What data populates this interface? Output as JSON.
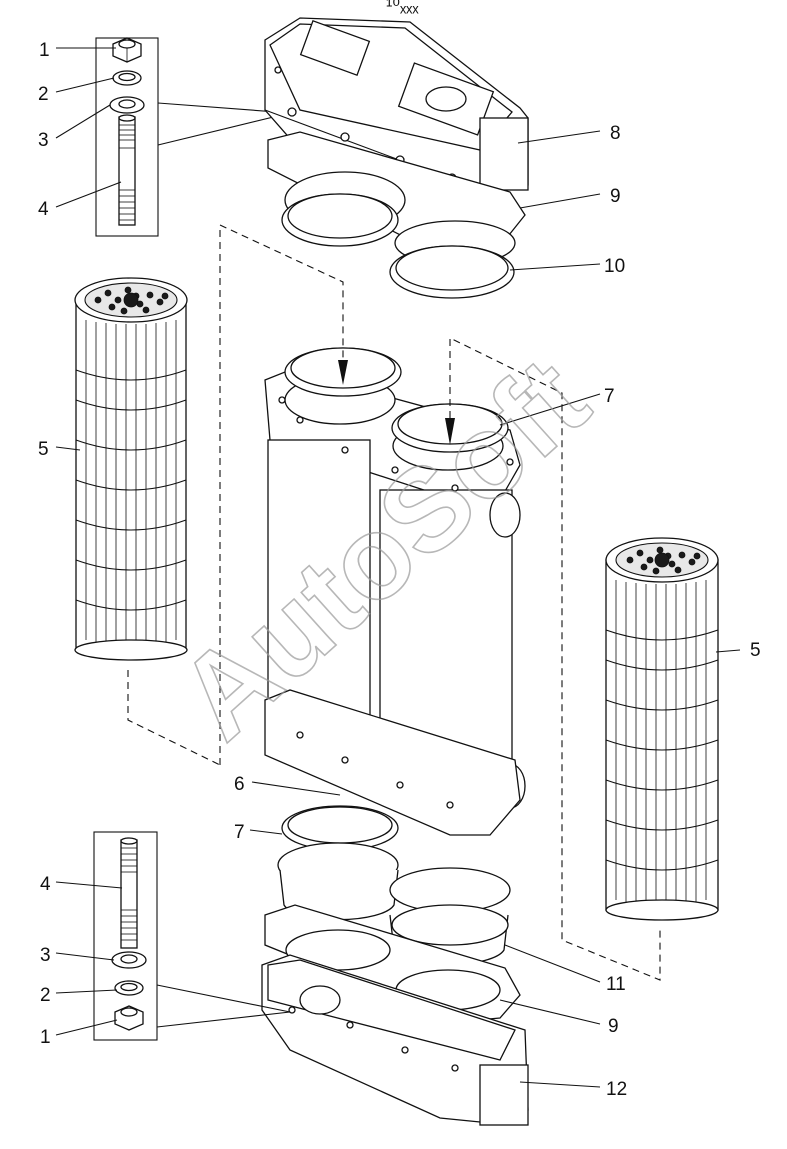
{
  "watermark": "AutoSoft",
  "top_mark": "¹⁰ₓₓₓ",
  "callouts": [
    {
      "id": "c1a",
      "label": "1"
    },
    {
      "id": "c2a",
      "label": "2"
    },
    {
      "id": "c3a",
      "label": "3"
    },
    {
      "id": "c4a",
      "label": "4"
    },
    {
      "id": "c5a",
      "label": "5"
    },
    {
      "id": "c6",
      "label": "6"
    },
    {
      "id": "c7a",
      "label": "7"
    },
    {
      "id": "c8",
      "label": "8"
    },
    {
      "id": "c9a",
      "label": "9"
    },
    {
      "id": "c10",
      "label": "10"
    },
    {
      "id": "c5b",
      "label": "5"
    },
    {
      "id": "c7b",
      "label": "7"
    },
    {
      "id": "c4b",
      "label": "4"
    },
    {
      "id": "c3b",
      "label": "3"
    },
    {
      "id": "c2b",
      "label": "2"
    },
    {
      "id": "c1b",
      "label": "1"
    },
    {
      "id": "c11",
      "label": "11"
    },
    {
      "id": "c9b",
      "label": "9"
    },
    {
      "id": "c12",
      "label": "12"
    }
  ]
}
